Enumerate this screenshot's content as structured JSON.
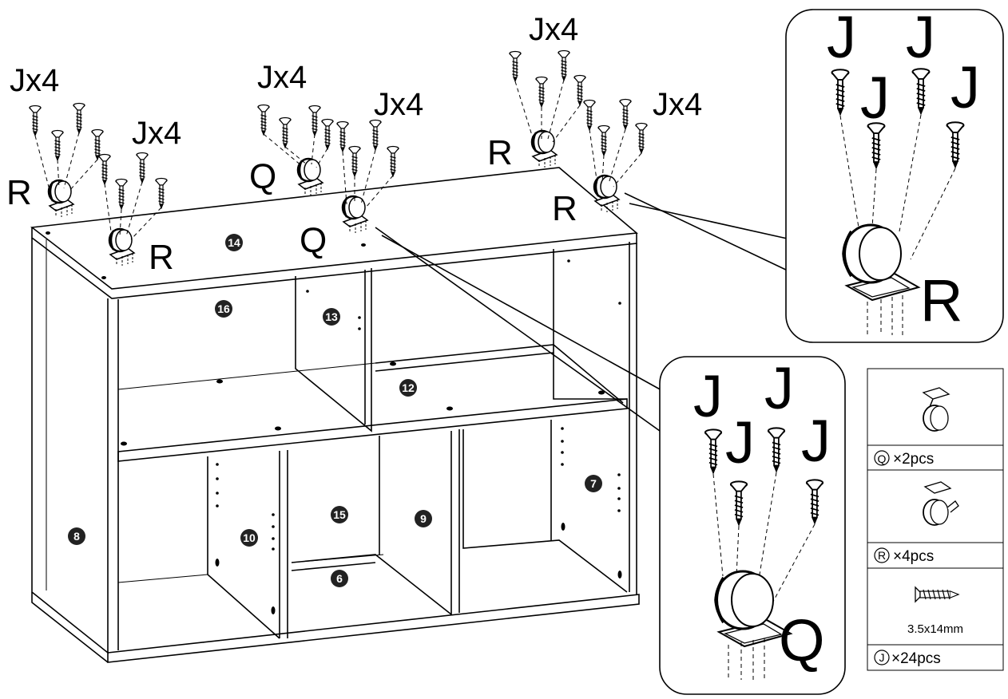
{
  "callouts": {
    "jx4": "Jx4",
    "r": "R",
    "q": "Q",
    "j": "J"
  },
  "parts": {
    "p6": "6",
    "p7": "7",
    "p8": "8",
    "p9": "9",
    "p10": "10",
    "p12": "12",
    "p13": "13",
    "p14": "14",
    "p15": "15",
    "p16": "16"
  },
  "legend": {
    "q_letter": "Q",
    "q_text": "×2pcs",
    "r_letter": "R",
    "r_text": "×4pcs",
    "screw_size": "3.5x14mm",
    "j_letter": "J",
    "j_text": "×24pcs"
  }
}
